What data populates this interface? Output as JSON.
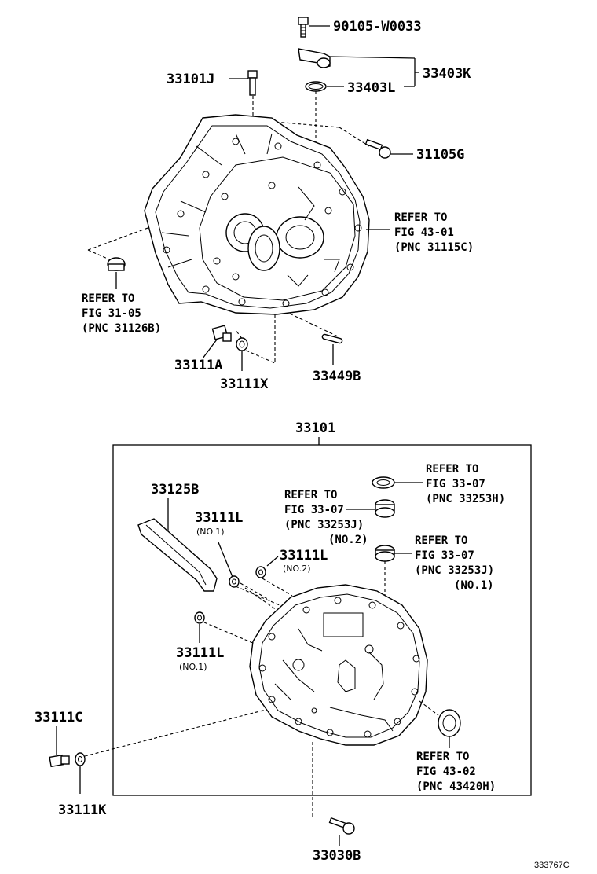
{
  "top_group": {
    "p90105": "90105-W0033",
    "p33403K": "33403K",
    "p33403L": "33403L",
    "p33101J": "33101J",
    "p31105G": "31105G",
    "ref4301": [
      "REFER TO",
      "FIG 43-01",
      "(PNC 31115C)"
    ],
    "ref3105": [
      "REFER TO",
      "FIG 31-05",
      "(PNC 31126B)"
    ],
    "p33111A": "33111A",
    "p33111X": "33111X",
    "p33449B": "33449B"
  },
  "bottom_group": {
    "p33101": "33101",
    "p33125B": "33125B",
    "p33111L_a": "33111L",
    "no1_a": "(NO.1)",
    "p33111L_b": "33111L",
    "no2_b": "(NO.2)",
    "p33111L_c": "33111L",
    "no1_c": "(NO.1)",
    "ref3307_h": [
      "REFER TO",
      "FIG 33-07",
      "(PNC 33253H)"
    ],
    "ref3307_j2": [
      "REFER TO",
      "FIG 33-07",
      "(PNC 33253J)",
      "(NO.2)"
    ],
    "ref3307_j1": [
      "REFER TO",
      "FIG 33-07",
      "(PNC 33253J)",
      "(NO.1)"
    ],
    "ref4302": [
      "REFER TO",
      "FIG 43-02",
      "(PNC 43420H)"
    ],
    "p33111C": "33111C",
    "p33111K": "33111K",
    "p33030B": "33030B"
  },
  "figure_code": "333767C"
}
